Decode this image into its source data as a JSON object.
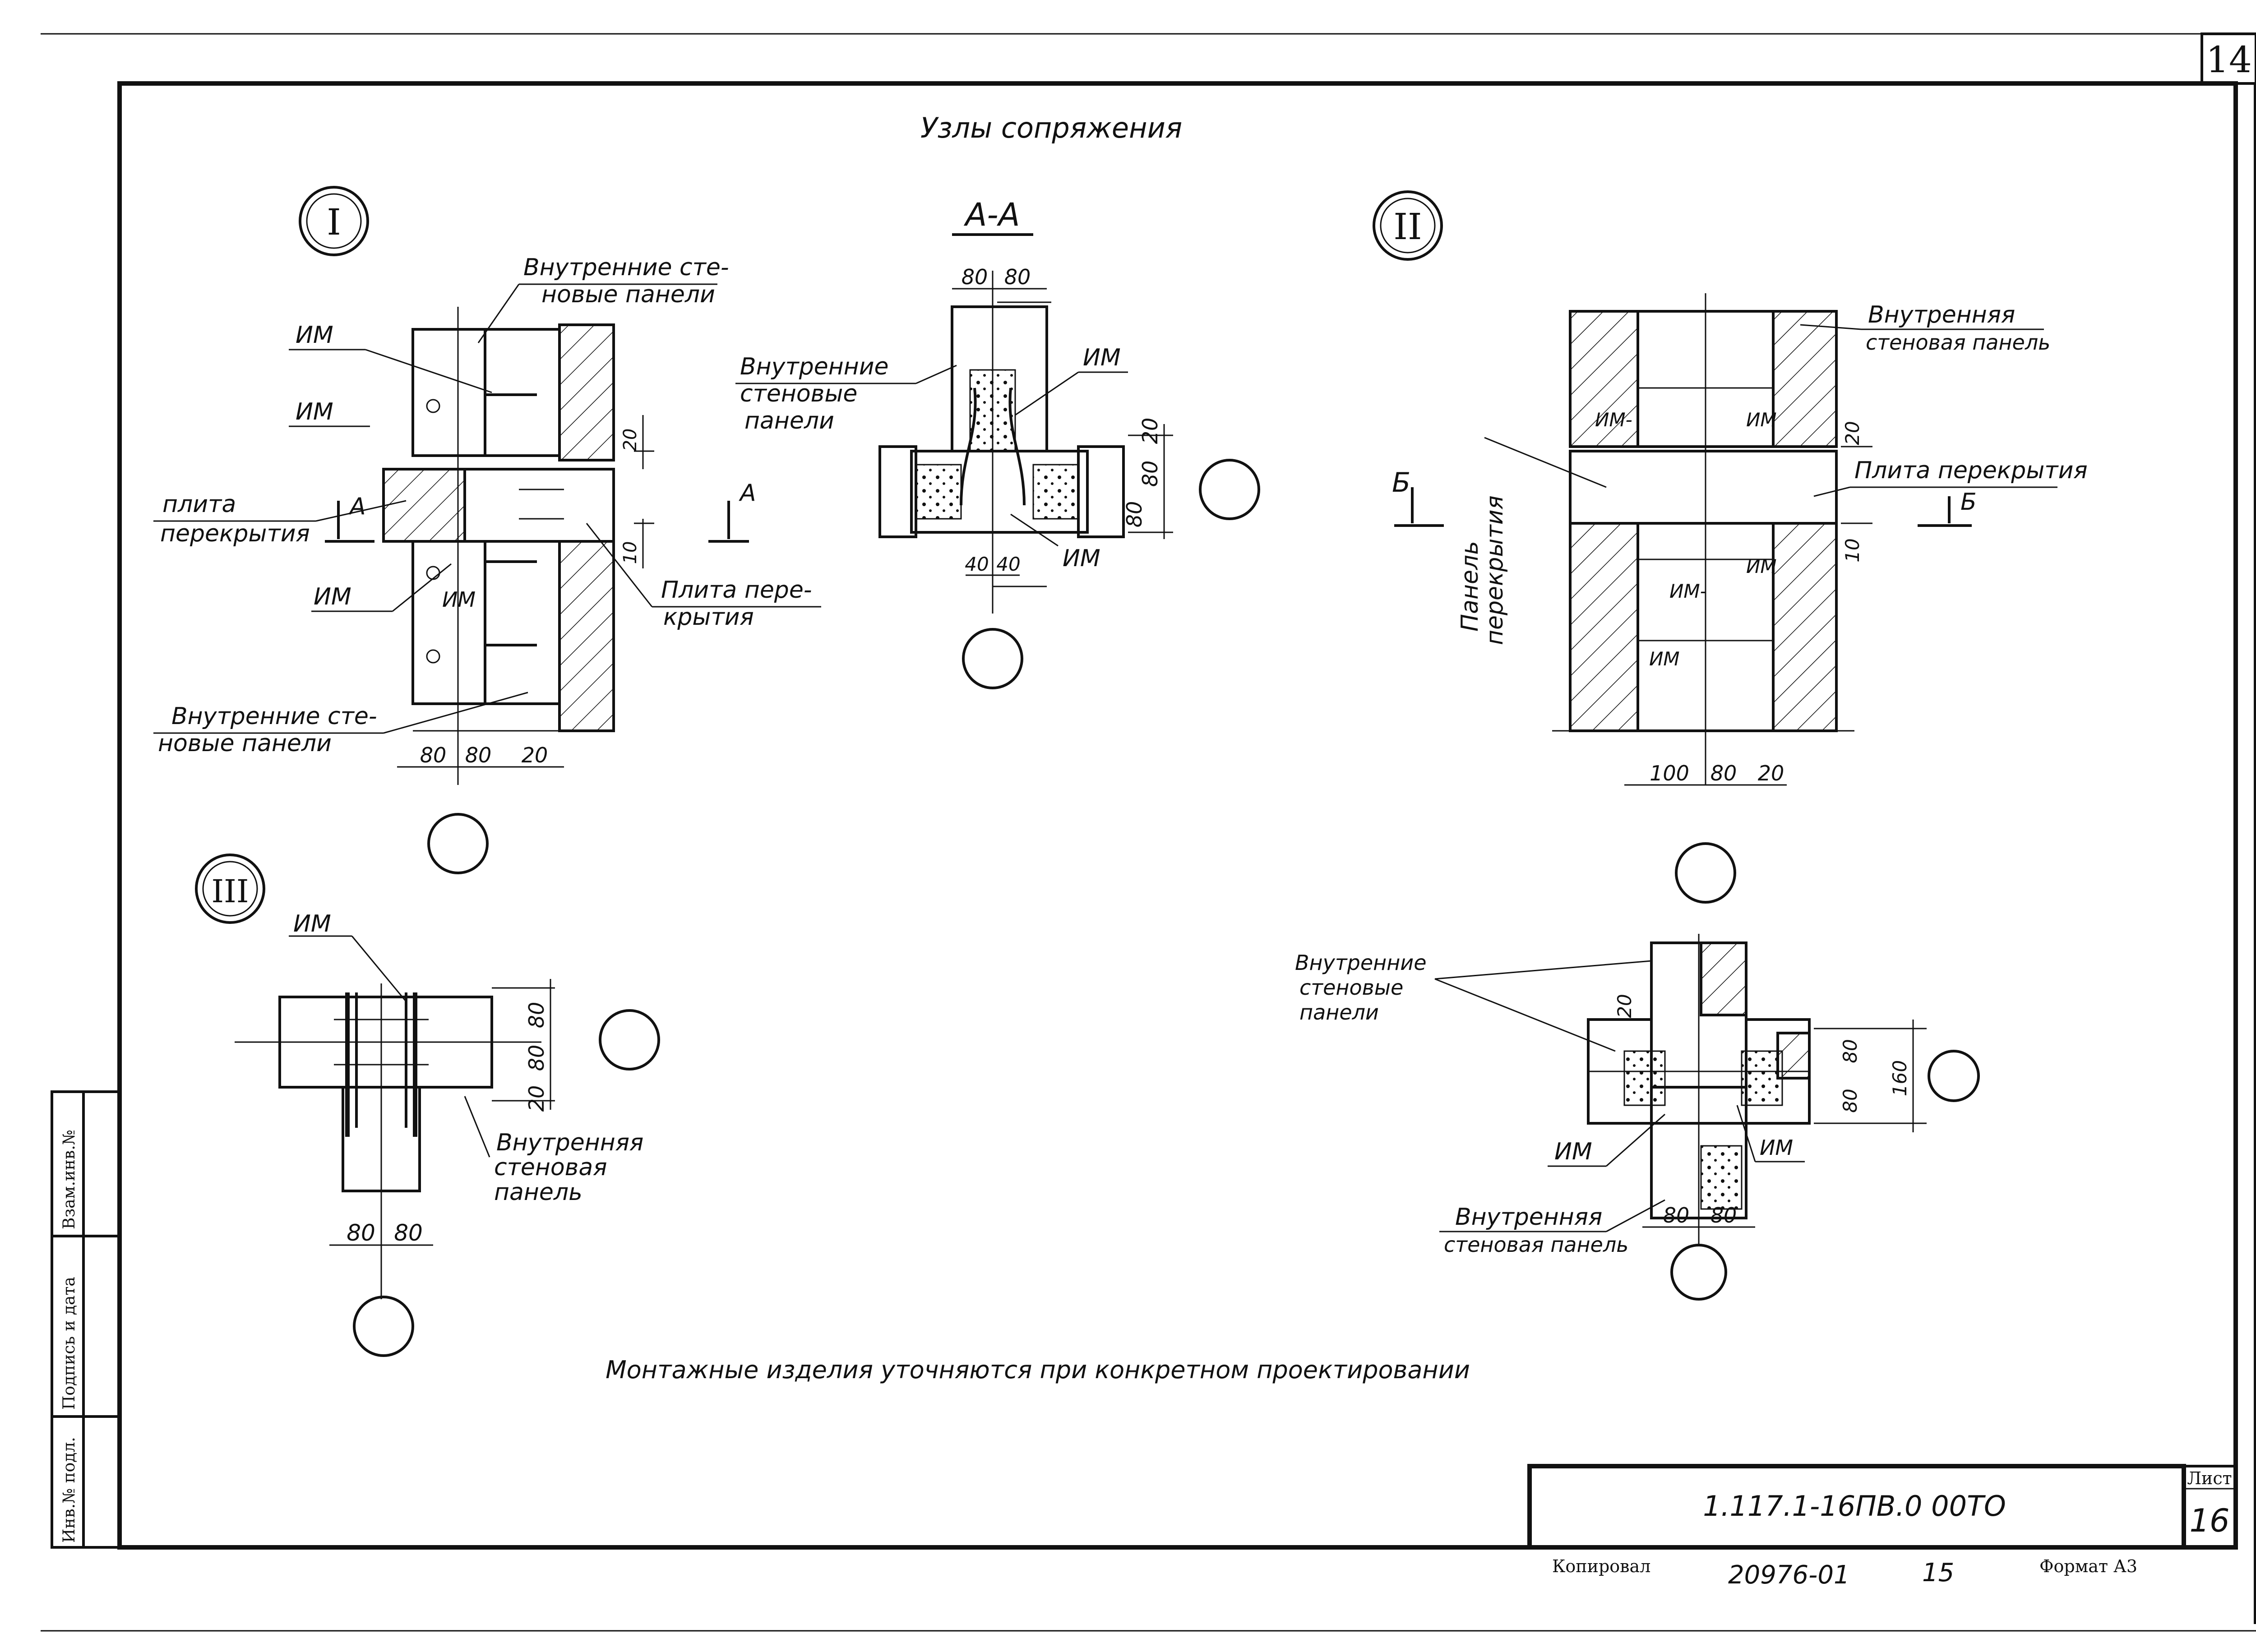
{
  "sheet": {
    "corner_number": "14",
    "title": "Узлы сопряжения",
    "note": "Монтажные изделия уточняются при конкретном проектировании",
    "stamp": {
      "doc_code": "1.117.1-16ПВ.0 00ТО",
      "sheet_label": "Лист",
      "sheet_number": "16"
    },
    "footer": {
      "copied_label": "Копировал",
      "order_number": "20976-01",
      "page_number": "15",
      "format_label": "Формат А3"
    },
    "side_stamp": {
      "field1": "Взам.инв.№",
      "field2": "Подпись и дата",
      "field3": "Инв.№ подл."
    }
  },
  "node1": {
    "marker": "I",
    "label_walls_top": [
      "Внутренние сте-",
      "новые панели"
    ],
    "label_im1": "ИМ",
    "label_im2": "ИМ",
    "label_slab_left": [
      "плита",
      "перекрытия"
    ],
    "label_cut_a": "А",
    "label_cut_a2": "А",
    "label_im3": "ИМ",
    "label_im4": "ИМ",
    "label_slab_right": [
      "Плита пере-",
      "крытия"
    ],
    "label_walls_bottom": [
      "Внутренние сте-",
      "новые панели"
    ],
    "dim_20_top": "20",
    "dim_10": "10",
    "dims_bottom": [
      "80",
      "80",
      "20"
    ]
  },
  "section_aa": {
    "title": "А-А",
    "dims_top": [
      "80",
      "80"
    ],
    "label_walls": [
      "Внутренние",
      "стеновые",
      "панели"
    ],
    "label_im_top": "ИМ",
    "label_im_bottom": "ИМ",
    "dim_20": "20",
    "dim_80a": "80",
    "dim_80b": "80",
    "dims_bottom": [
      "40",
      "40"
    ]
  },
  "node2": {
    "marker": "II",
    "label_wall": [
      "Внутренняя",
      "стеновая панель"
    ],
    "label_im_a": "ИМ-",
    "label_im_b": "ИМ",
    "dim_20": "20",
    "label_slab": "Плита перекрытия",
    "label_cut_b": "Б",
    "label_cut_b2": "Б",
    "label_panel": [
      "Панель",
      "перекрытия"
    ],
    "dim_10": "10",
    "label_im_c": "ИМ",
    "label_im_d": "ИМ-",
    "label_im_e": "ИМ",
    "dims_bottom": [
      "100",
      "80",
      "20"
    ]
  },
  "node3": {
    "marker": "III",
    "label_im": "ИМ",
    "dims_right": [
      "80",
      "80",
      "20"
    ],
    "label_wall": [
      "Внутренняя",
      "стеновая",
      "панель"
    ],
    "dims_bottom": [
      "80",
      "80"
    ]
  },
  "node4": {
    "label_walls": [
      "Внутренние",
      "стеновые",
      "панели"
    ],
    "dim_20": "20",
    "dims_right": [
      "80",
      "80",
      "160"
    ],
    "label_im_left": "ИМ",
    "label_im_right": "ИМ",
    "label_wall": [
      "Внутренняя",
      "стеновая панель"
    ],
    "dims_bottom": [
      "80",
      "80"
    ]
  }
}
